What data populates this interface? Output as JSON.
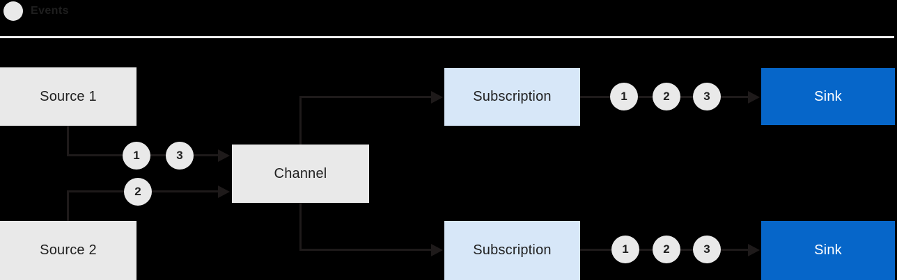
{
  "legend": {
    "label": "Events"
  },
  "nodes": {
    "source1": "Source 1",
    "source2": "Source 2",
    "channel": "Channel",
    "subscription_top": "Subscription",
    "subscription_bottom": "Subscription",
    "sink_top": "Sink",
    "sink_bottom": "Sink"
  },
  "event_sequences": {
    "source1_to_channel": [
      "1",
      "3"
    ],
    "source2_to_channel": [
      "2"
    ],
    "subscription_top_to_sink": [
      "1",
      "2",
      "3"
    ],
    "subscription_bottom_to_sink": [
      "1",
      "2",
      "3"
    ]
  },
  "colors": {
    "background": "#000000",
    "box_gray": "#e9e9e9",
    "box_light_blue": "#d7e7f8",
    "box_blue": "#0666c9",
    "badge_fill": "#e9e9e9",
    "connector": "#1e1a1a",
    "separator": "#f0f0f0",
    "text_dark": "#1f1f1f",
    "text_light": "#ffffff"
  }
}
